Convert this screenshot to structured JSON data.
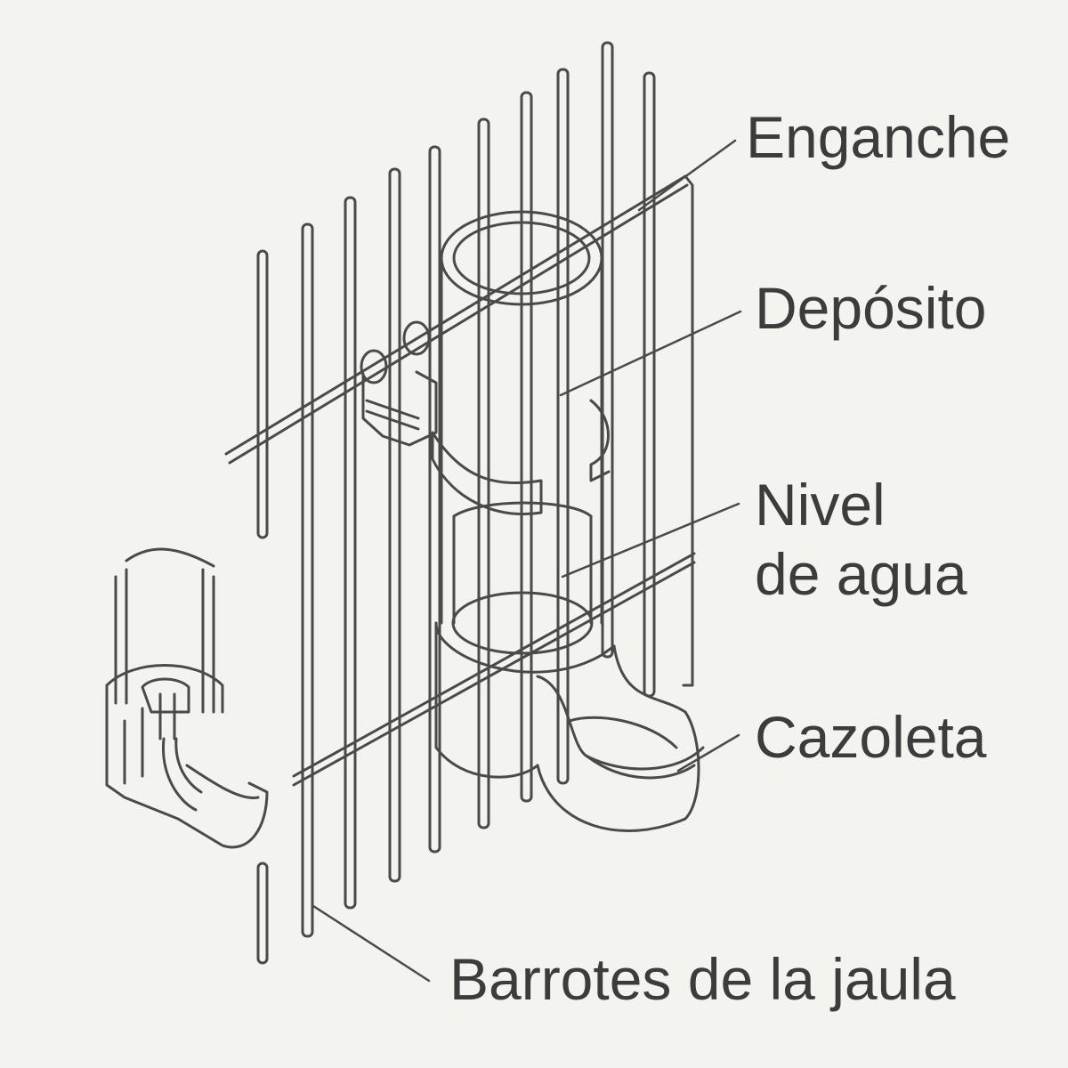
{
  "labels": {
    "enganche": "Enganche",
    "deposito": "Depósito",
    "nivel_line1": "Nivel",
    "nivel_line2": "de agua",
    "cazoleta": "Cazoleta",
    "barrotes": "Barrotes de la jaula"
  },
  "colors": {
    "background": "#f3f3ef",
    "line": "#4a4a4a",
    "text": "#3c3c3c"
  }
}
